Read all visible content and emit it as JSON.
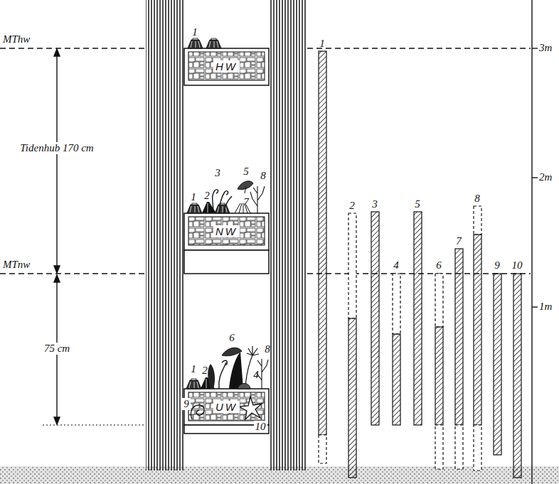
{
  "diagram": {
    "nodes": [
      {
        "text": [
          "HW"
        ]
      },
      {
        "text": [
          "NW"
        ]
      },
      {
        "text": [
          "UW"
        ]
      }
    ],
    "labels": [
      "MThw",
      "Tidenhub 170 cm",
      "MTnw",
      "75 cm",
      "1",
      "3",
      "5",
      "8",
      "1",
      "2",
      "7",
      "1",
      "2",
      "6",
      "8",
      "4",
      "9",
      "10",
      "1",
      "2",
      "3",
      "4",
      "5",
      "6",
      "7",
      "8",
      "9",
      "10",
      "3m",
      "2m",
      "1m"
    ]
  }
}
